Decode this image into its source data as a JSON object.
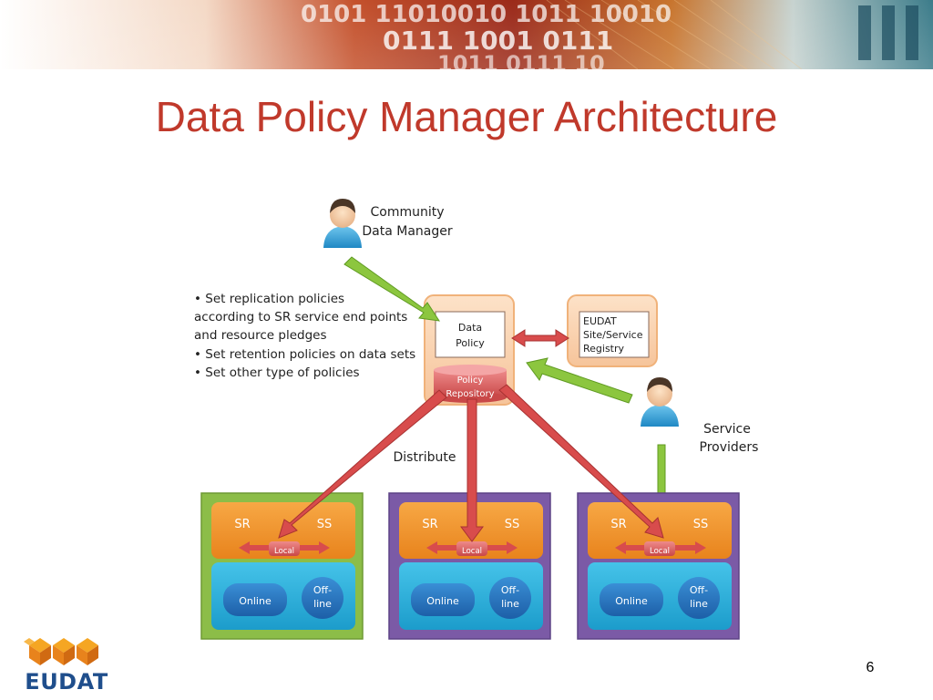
{
  "slide": {
    "title": "Data Policy Manager Architecture",
    "page_number": "6",
    "banner_binary": [
      "0101 11010010 1011 10010",
      "0111 1001 0111",
      "1011 0111 10"
    ]
  },
  "diagram": {
    "community_manager": [
      "Community",
      "Data Manager"
    ],
    "policy_bullets": [
      "• Set replication policies",
      "according to SR service end points",
      "and resource pledges",
      "• Set retention policies on data sets",
      "• Set other type of policies"
    ],
    "data_policy": [
      "Data",
      "Policy"
    ],
    "policy_repository": [
      "Policy",
      "Repository"
    ],
    "registry": [
      "EUDAT",
      "Site/Service",
      "Registry"
    ],
    "service_providers": [
      "Service",
      "Providers"
    ],
    "distribute_label": "Distribute",
    "sites": [
      {
        "sr": "SR",
        "ss": "SS",
        "local": "Local",
        "online": "Online",
        "offline": [
          "Off-",
          "line"
        ]
      },
      {
        "sr": "SR",
        "ss": "SS",
        "local": "Local",
        "online": "Online",
        "offline": [
          "Off-",
          "line"
        ]
      },
      {
        "sr": "SR",
        "ss": "SS",
        "local": "Local",
        "online": "Online",
        "offline": [
          "Off-",
          "line"
        ]
      }
    ],
    "colors": {
      "title": "#c0392b",
      "site_green": "#8cbd48",
      "site_purple": "#7b5aa6",
      "orange_box": "#f2972a",
      "cyan_box": "#2fb4dc",
      "red_arrow": "#d84c4c",
      "green_arrow": "#8cc63f",
      "logo_blue": "#1f4e8c"
    }
  },
  "logo": {
    "text": "EUDAT"
  }
}
